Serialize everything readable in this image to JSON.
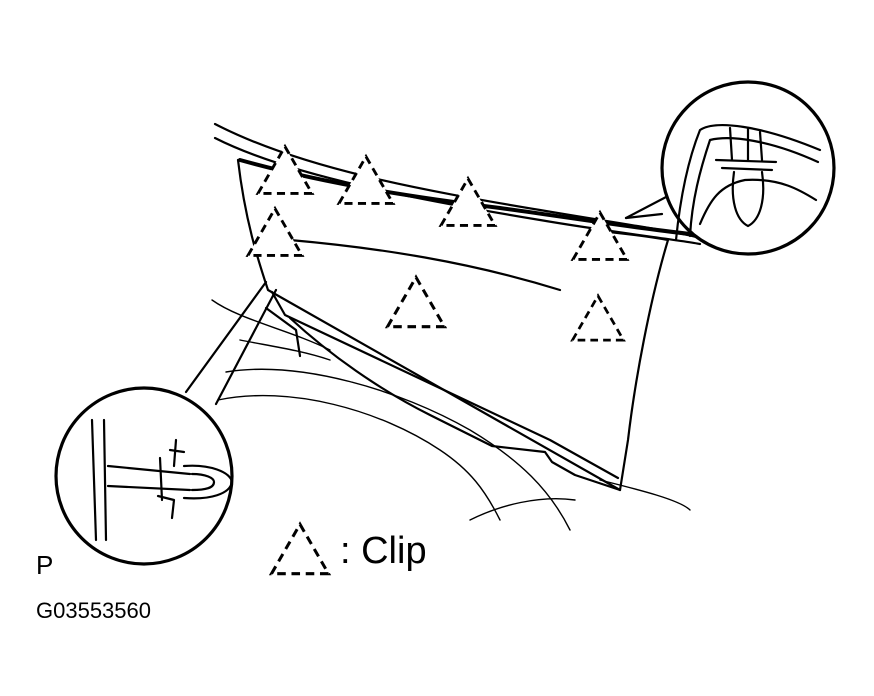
{
  "legend": {
    "label": ": Clip"
  },
  "view_letter": "P",
  "figure_code": "G03553560",
  "icons": [
    "clip-icon",
    "magnifier-detail-icon"
  ]
}
